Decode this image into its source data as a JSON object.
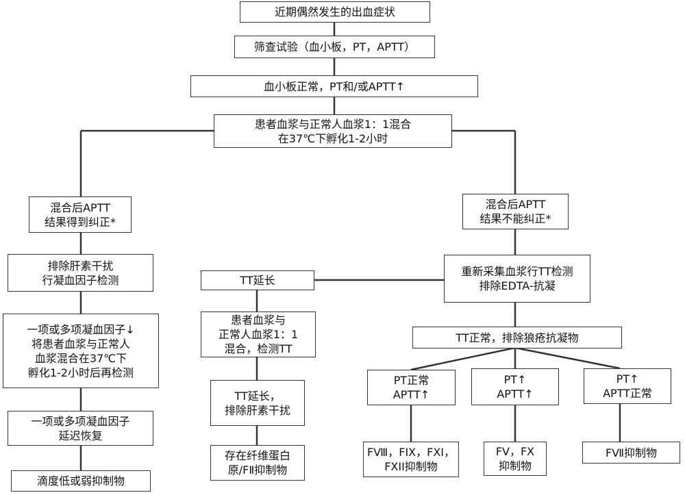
{
  "nodes": {
    "onset": {
      "lines": [
        "近期偶然发生的出血症状"
      ]
    },
    "screening": {
      "lines": [
        "筛查试验（血小板，PT，APTT）"
      ]
    },
    "platelet_normal": {
      "lines": [
        "血小板正常，PT和/或APTT↑"
      ]
    },
    "mixing": {
      "lines": [
        "患者血浆与正常人血浆1：1混合",
        "在37℃下孵化1-2小时"
      ]
    },
    "corrected": {
      "lines": [
        "混合后APTT",
        "结果得到纠正*"
      ]
    },
    "not_corrected": {
      "lines": [
        "混合后APTT",
        "结果不能纠正*"
      ]
    },
    "exclude_heparin": {
      "lines": [
        "排除肝素干扰",
        "行凝血因子检测"
      ]
    },
    "factor_low": {
      "lines": [
        "一项或多项凝血因子↓",
        "将患者血浆与正常人",
        "血浆混合在37℃下",
        "孵化1-2小时后再检测"
      ]
    },
    "factor_delayed": {
      "lines": [
        "一项或多项凝血因子",
        "延迟恢复"
      ]
    },
    "low_titer": {
      "lines": [
        "滴度低或弱抑制物"
      ]
    },
    "recollect": {
      "lines": [
        "重新采集血浆行TT检测",
        "排除EDTA-抗凝"
      ]
    },
    "tt_prolonged": {
      "lines": [
        "TT延长"
      ]
    },
    "tt_mix": {
      "lines": [
        "患者血浆与",
        "正常人血浆1：1",
        "混合，检测TT"
      ]
    },
    "tt_prolonged_heparin": {
      "lines": [
        "TT延长，",
        "排除肝素干扰"
      ]
    },
    "fibrinogen_inhibitor": {
      "lines": [
        "存在纤维蛋白",
        "原/FⅡ抑制物"
      ]
    },
    "tt_normal": {
      "lines": [
        "TT正常，排除狼疮抗凝物"
      ]
    },
    "pt_normal_aptt_up": {
      "lines": [
        "PT正常",
        "APTT↑"
      ]
    },
    "pt_up_aptt_up": {
      "lines": [
        "PT↑",
        "APTT↑"
      ]
    },
    "pt_up_aptt_normal": {
      "lines": [
        "PT↑",
        "APTT正常"
      ]
    },
    "inhib_8_9_11_12": {
      "lines": [
        "FⅧ，FIX，FXI，",
        "FXII抑制物"
      ]
    },
    "inhib_5_10": {
      "lines": [
        "FV，FX",
        "抑制物"
      ]
    },
    "inhib_7": {
      "lines": [
        "FⅦ抑制物"
      ]
    }
  }
}
